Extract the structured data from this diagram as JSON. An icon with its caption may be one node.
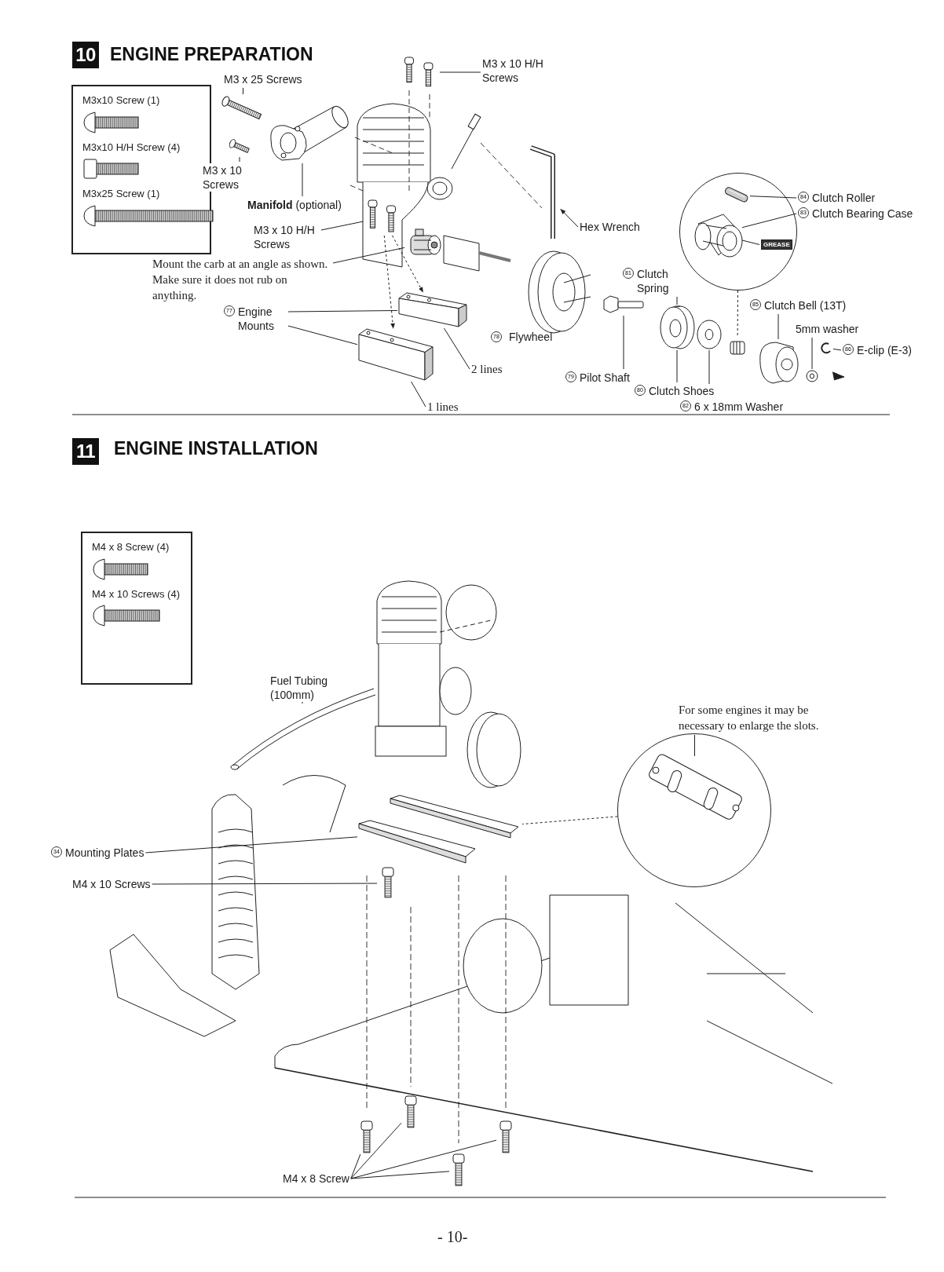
{
  "diagram": {
    "nodes": [
      {
        "text": [
          "M3x10 Screw (1)",
          "M3x10 H/H Screw (4)",
          "M3x25 Screw (1)"
        ]
      },
      {
        "text": [
          "M3 x 10 H/H Screws"
        ]
      },
      {
        "text": [],
        "shape": "picture"
      },
      {
        "text": [
          "M3 x 25 Screws"
        ]
      },
      {
        "text": [],
        "shape": "picture"
      },
      {
        "text": [
          "M3 x 10 Screws"
        ]
      },
      {
        "text": [],
        "shape": "picture"
      },
      {
        "text": [
          "**Manifold** (optional)"
        ]
      },
      {
        "text": [],
        "shape": "picture"
      },
      {
        "text": [
          "M3 x 10 H/H Screws"
        ]
      },
      {
        "text": [],
        "shape": "picture"
      },
      {
        "text": [
          "Mount the carb at an angle as shown. Make sure it does not rub on anything."
        ]
      },
      {
        "text": [],
        "shape": "picture"
      },
      {
        "text": [
          "77",
          "Engine Mounts"
        ]
      },
      {
        "text": [],
        "shape": "picture"
      },
      {
        "text": [],
        "shape": "picture"
      },
      {
        "text": [
          "2 lines"
        ]
      },
      {
        "text": [
          "1 lines"
        ]
      },
      {
        "text": [
          "Hex Wrench"
        ]
      },
      {
        "text": [],
        "shape": "picture"
      },
      {
        "text": [
          "81",
          "Clutch Spring"
        ]
      },
      {
        "text": [],
        "shape": "picture"
      },
      {
        "text": [
          "79",
          "Pilot Shaft"
        ]
      },
      {
        "text": [],
        "shape": "picture"
      },
      {
        "text": [
          "80",
          "Clutch Shoes"
        ]
      },
      {
        "text": [
          "82",
          "6 x 18mm Washer"
        ]
      },
      {
        "text": [],
        "shape": "picture"
      },
      {
        "text": [],
        "shape": "circle"
      },
      {
        "text": [
          "84",
          "Clutch Roller"
        ]
      },
      {
        "text": [],
        "shape": "picture",
        "in": 27
      },
      {
        "text": [
          "83",
          "Clutch Bearing Case"
        ]
      },
      {
        "text": [],
        "shape": "picture",
        "in": 27
      },
      {
        "text": [
          "GREASE"
        ],
        "in": 27
      },
      {
        "text": [
          "85",
          "Clutch Bell (13T)"
        ]
      },
      {
        "text": [],
        "shape": "picture"
      },
      {
        "text": [
          "5mm washer"
        ]
      },
      {
        "text": [],
        "shape": "picture"
      },
      {
        "text": [
          "86",
          "E-clip (E-3)"
        ]
      },
      {
        "text": [],
        "shape": "picture"
      },
      {
        "text": [],
        "shape": "picture"
      },
      {
        "text": [
          "M4 x 8 Screw (4)",
          "M4 x 10 Screws (4)"
        ]
      },
      {
        "text": [
          "Fuel Tubing (100mm)"
        ]
      },
      {
        "text": [],
        "shape": "picture"
      },
      {
        "text": [],
        "shape": "circle"
      },
      {
        "text": [
          "For some engines it may be necessary to enlarge the slots."
        ]
      },
      {
        "text": [],
        "shape": "picture",
        "in": 43
      },
      {
        "text": [
          "34",
          "Mounting Plates"
        ]
      },
      {
        "text": [],
        "shape": "picture"
      },
      {
        "text": [
          "M4 x 10 Screws"
        ]
      },
      {
        "text": [],
        "shape": "picture"
      },
      {
        "text": [
          "M4 x 8 Screw"
        ]
      },
      {
        "text": [],
        "shape": "picture"
      },
      {
        "text": [],
        "shape": "picture"
      },
      {
        "text": [],
        "shape": "picture"
      },
      {
        "text": [],
        "shape": "picture"
      }
    ],
    "edges": [
      {
        "from": 1,
        "to": 2,
        "arrow": "none"
      },
      {
        "from": 3,
        "to": 4,
        "arrow": "none"
      },
      {
        "from": 5,
        "to": 6,
        "arrow": "none"
      },
      {
        "from": 7,
        "to": 8,
        "arrow": "none"
      },
      {
        "from": 9,
        "to": 10,
        "arrow": "none"
      },
      {
        "from": 11,
        "to": 12,
        "arrow": "none"
      },
      {
        "from": 13,
        "to": 14,
        "arrow": "none"
      },
      {
        "from": 13,
        "to": 15,
        "arrow": "none"
      },
      {
        "from": 16,
        "to": 14,
        "arrow": "none"
      },
      {
        "from": 17,
        "to": 15,
        "arrow": "none"
      },
      {
        "from": 18,
        "to": 19,
        "arrow": "to"
      },
      {
        "from": 20,
        "to": 21,
        "arrow": "none"
      },
      {
        "from": 22,
        "to": 23,
        "arrow": "none"
      },
      {
        "from": 24,
        "to": 21,
        "arrow": "none"
      },
      {
        "from": 25,
        "to": 26,
        "arrow": "none"
      },
      {
        "from": 28,
        "to": 29,
        "arrow": "none"
      },
      {
        "from": 30,
        "to": 31,
        "arrow": "none"
      },
      {
        "from": 32,
        "to": 31,
        "arrow": "none"
      },
      {
        "from": 33,
        "to": 34,
        "arrow": "none"
      },
      {
        "from": 35,
        "to": 36,
        "arrow": "none"
      },
      {
        "from": 37,
        "to": 38,
        "arrow": "none"
      },
      {
        "from": 27,
        "to": 39,
        "arrow": "none",
        "style": "dashed"
      },
      {
        "from": 41,
        "to": 42,
        "arrow": "none"
      },
      {
        "from": 44,
        "to": 45,
        "arrow": "none"
      },
      {
        "from": 46,
        "to": 47,
        "arrow": "none"
      },
      {
        "from": 48,
        "to": 49,
        "arrow": "none"
      },
      {
        "from": 50,
        "to": 51,
        "arrow": "none"
      },
      {
        "from": 50,
        "to": 52,
        "arrow": "none"
      },
      {
        "from": 50,
        "to": 53,
        "arrow": "none"
      },
      {
        "from": 50,
        "to": 54,
        "arrow": "none"
      },
      {
        "from": 43,
        "to": 47,
        "arrow": "none",
        "style": "dashed"
      },
      {
        "from": 10,
        "to": 15,
        "arrow": "to",
        "style": "dashed"
      },
      {
        "from": 10,
        "to": 14,
        "arrow": "to",
        "style": "dashed"
      }
    ],
    "labels": [
      "10",
      "ENGINE PREPARATION",
      "78",
      "Flywheel",
      "11",
      "ENGINE INSTALLATION",
      "- 10-"
    ]
  }
}
